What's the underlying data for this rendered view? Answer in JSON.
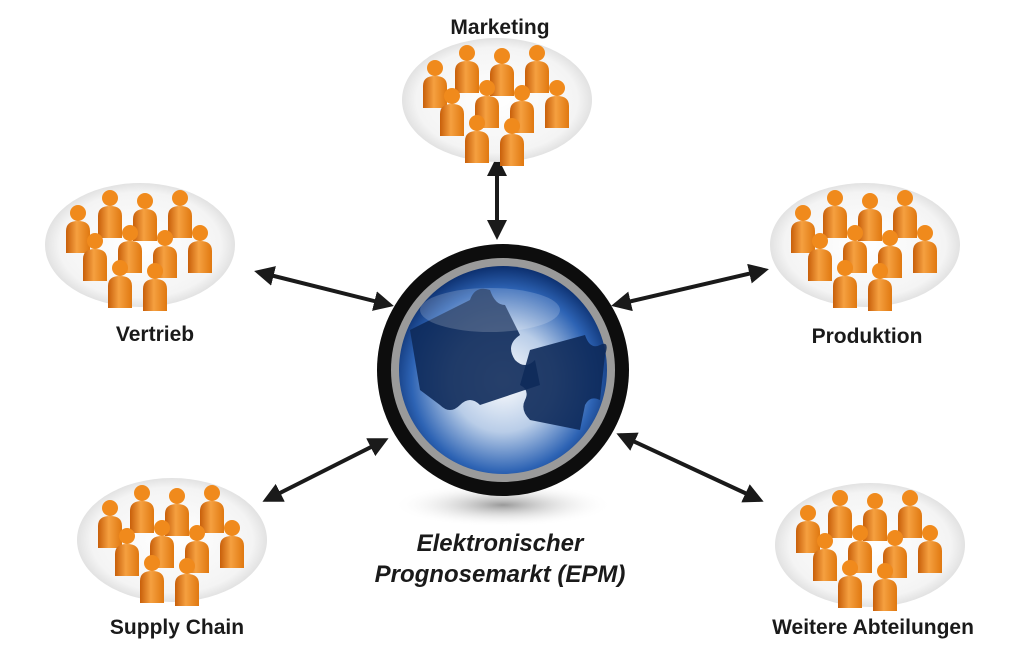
{
  "center": {
    "line1": "Elektronischer",
    "line2": "Prognosemarkt (EPM)",
    "icon": "puzzle-globe-icon"
  },
  "groups": [
    {
      "id": "marketing",
      "label": "Marketing"
    },
    {
      "id": "vertrieb",
      "label": "Vertrieb"
    },
    {
      "id": "produktion",
      "label": "Produktion"
    },
    {
      "id": "supply-chain",
      "label": "Supply Chain"
    },
    {
      "id": "weitere",
      "label": "Weitere Abteilungen"
    }
  ],
  "colors": {
    "people": "#f08a1c",
    "people_dark": "#c85f0a",
    "globe": "#1b4f9c",
    "ring": "#111111",
    "arrow": "#1a1a1a"
  }
}
